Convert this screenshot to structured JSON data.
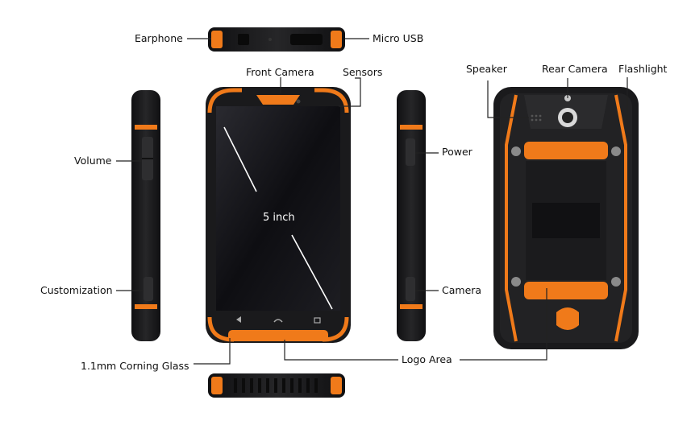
{
  "labels": {
    "earphone": "Earphone",
    "micro_usb": "Micro USB",
    "front_camera": "Front Camera",
    "sensors": "Sensors",
    "speaker": "Speaker",
    "rear_camera": "Rear Camera",
    "flashlight": "Flashlight",
    "volume": "Volume",
    "power": "Power",
    "customization": "Customization",
    "camera": "Camera",
    "glass": "1.1mm Corning Glass",
    "logo_area": "Logo Area",
    "screen_size": "5 inch"
  },
  "colors": {
    "body": "#1c1c1e",
    "body_edge": "#0a0a0b",
    "accent": "#f07a1a",
    "screen": "#131316",
    "leader": "#222222"
  }
}
